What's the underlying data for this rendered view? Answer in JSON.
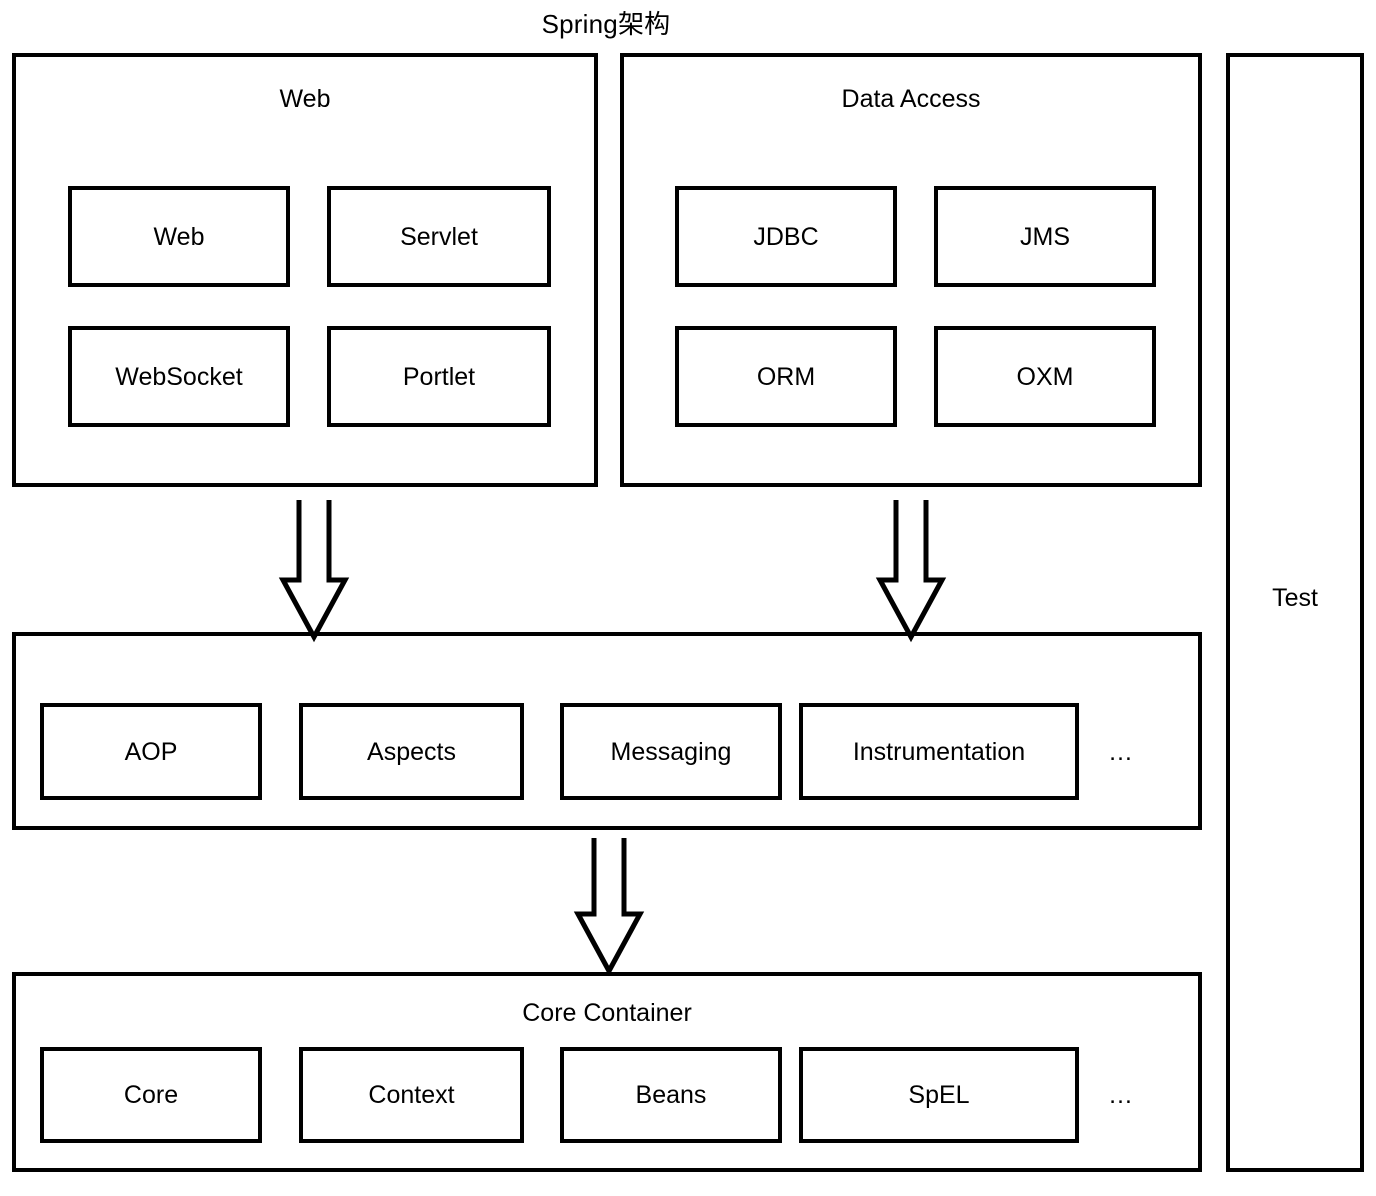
{
  "diagram": {
    "title": "Spring架构",
    "groups": [
      {
        "id": "web",
        "title": "Web",
        "modules": [
          {
            "label": "Web"
          },
          {
            "label": "Servlet"
          },
          {
            "label": "WebSocket"
          },
          {
            "label": "Portlet"
          }
        ]
      },
      {
        "id": "data-access",
        "title": "Data Access",
        "modules": [
          {
            "label": "JDBC"
          },
          {
            "label": "JMS"
          },
          {
            "label": "ORM"
          },
          {
            "label": "OXM"
          }
        ]
      },
      {
        "id": "aop-band",
        "title": "",
        "modules": [
          {
            "label": "AOP"
          },
          {
            "label": "Aspects"
          },
          {
            "label": "Messaging"
          },
          {
            "label": "Instrumentation"
          }
        ],
        "more": "…"
      },
      {
        "id": "core-container",
        "title": "Core Container",
        "modules": [
          {
            "label": "Core"
          },
          {
            "label": "Context"
          },
          {
            "label": "Beans"
          },
          {
            "label": "SpEL"
          }
        ],
        "more": "…"
      },
      {
        "id": "test",
        "title": "Test",
        "modules": []
      }
    ],
    "arrows": [
      {
        "id": "web-to-aop",
        "from": "web",
        "to": "aop-band",
        "direction": "down"
      },
      {
        "id": "data-access-to-aop",
        "from": "data-access",
        "to": "aop-band",
        "direction": "down"
      },
      {
        "id": "aop-to-core",
        "from": "aop-band",
        "to": "core-container",
        "direction": "down"
      }
    ],
    "colors": {
      "stroke": "#000000",
      "fill": "#ffffff",
      "text": "#000000"
    }
  }
}
